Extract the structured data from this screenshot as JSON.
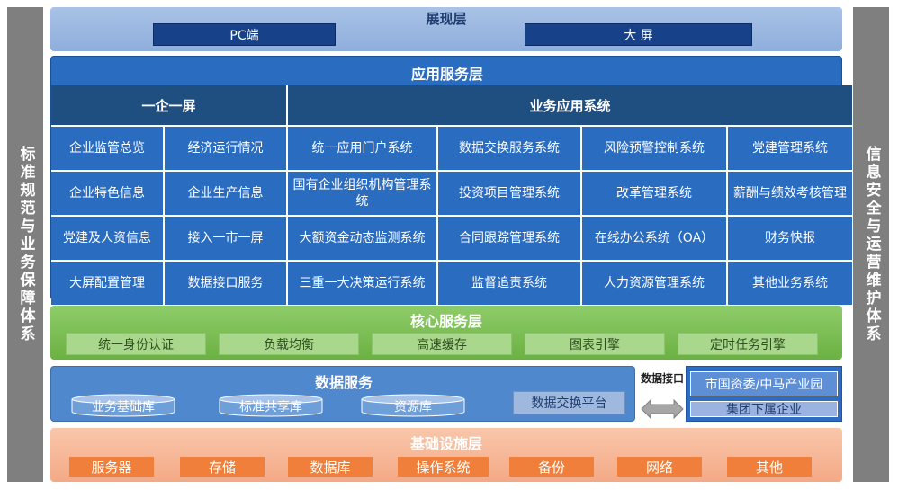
{
  "side_left": "标准规范与业务保障体系",
  "side_right": "信息安全与运营维护体系",
  "presentation": {
    "title": "展现层",
    "items": [
      "PC端",
      "大 屏"
    ]
  },
  "application": {
    "title": "应用服务层",
    "col_left_header": "一企一屏",
    "col_right_header": "业务应用系统",
    "rows": [
      [
        "企业监管总览",
        "经济运行情况",
        "统一应用门户系统",
        "数据交换服务系统",
        "风险预警控制系统",
        "党建管理系统"
      ],
      [
        "企业特色信息",
        "企业生产信息",
        "国有企业组织机构管理系统",
        "投资项目管理系统",
        "改革管理系统",
        "薪酬与绩效考核管理"
      ],
      [
        "党建及人资信息",
        "接入一市一屏",
        "大额资金动态监测系统",
        "合同跟踪管理系统",
        "在线办公系统（OA）",
        "财务快报"
      ],
      [
        "大屏配置管理",
        "数据接口服务",
        "三重一大决策运行系统",
        "监督追责系统",
        "人力资源管理系统",
        "其他业务系统"
      ]
    ]
  },
  "core": {
    "title": "核心服务层",
    "items": [
      "统一身份认证",
      "负载均衡",
      "高速缓存",
      "图表引擎",
      "定时任务引擎"
    ]
  },
  "data_services": {
    "title": "数据服务",
    "databases": [
      "业务基础库",
      "标准共享库",
      "资源库"
    ],
    "exchange": "数据交换平台"
  },
  "data_interface": "数据接口",
  "enterprises": {
    "top": "市国资委/中马产业园",
    "bottom": "集团下属企业"
  },
  "infrastructure": {
    "title": "基础设施层",
    "items": [
      "服务器",
      "存储",
      "数据库",
      "操作系统",
      "备份",
      "网络",
      "其他"
    ]
  }
}
